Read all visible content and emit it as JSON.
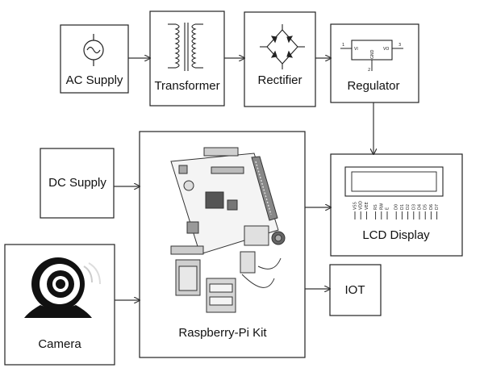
{
  "blocks": {
    "ac_supply": "AC Supply",
    "transformer": "Transformer",
    "rectifier": "Rectifier",
    "regulator": "Regulator",
    "dc_supply": "DC Supply",
    "raspberry_pi": "Raspberry-Pi Kit",
    "lcd_display": "LCD Display",
    "iot": "IOT",
    "camera": "Camera"
  },
  "regulator_pins": {
    "vi": "VI",
    "vo": "VO",
    "gnd": "GND",
    "p1": "1",
    "p2": "2",
    "p3": "3"
  },
  "lcd_pins": [
    "VSS",
    "VDD",
    "VEE",
    "RS",
    "RW",
    "E",
    "D0",
    "D1",
    "D2",
    "D3",
    "D4",
    "D5",
    "D6",
    "D7"
  ],
  "icons": [
    "ac-source-icon",
    "transformer-icon",
    "bridge-rectifier-icon",
    "regulator-ic-icon",
    "raspberry-pi-board-image",
    "lcd-module-icon",
    "webcam-icon"
  ]
}
